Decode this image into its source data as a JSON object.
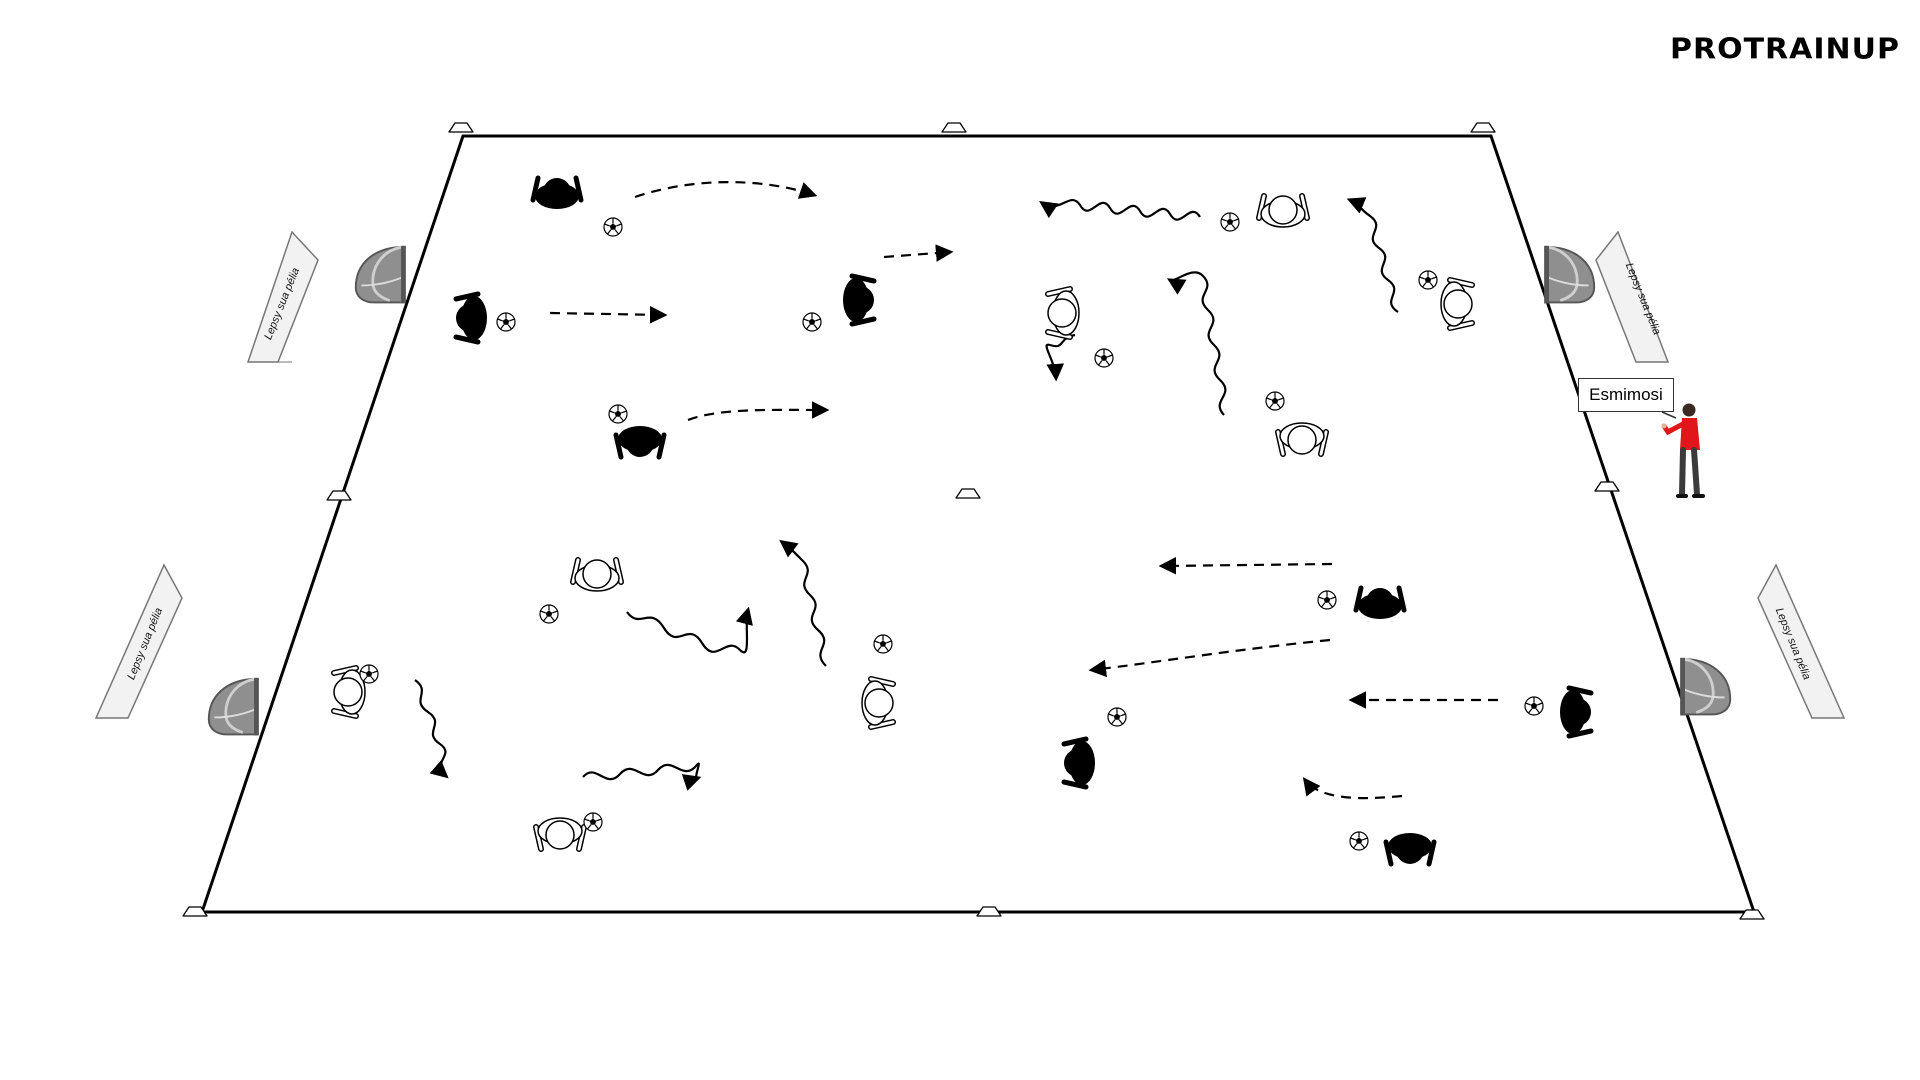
{
  "brand": {
    "name": "PROTRAINUP"
  },
  "coach": {
    "label": "Esmimosi"
  },
  "signs": {
    "text": "Lepsy sua pélia"
  },
  "colors": {
    "field_line": "#000000",
    "team_a": "#000000",
    "team_b": "#ffffff",
    "coach_shirt": "#e0161b",
    "goal": "#8f8f8f"
  },
  "icons": [
    "player-icon",
    "ball-icon",
    "cone-icon",
    "mini-goal-icon",
    "sign-icon",
    "coach-icon"
  ]
}
